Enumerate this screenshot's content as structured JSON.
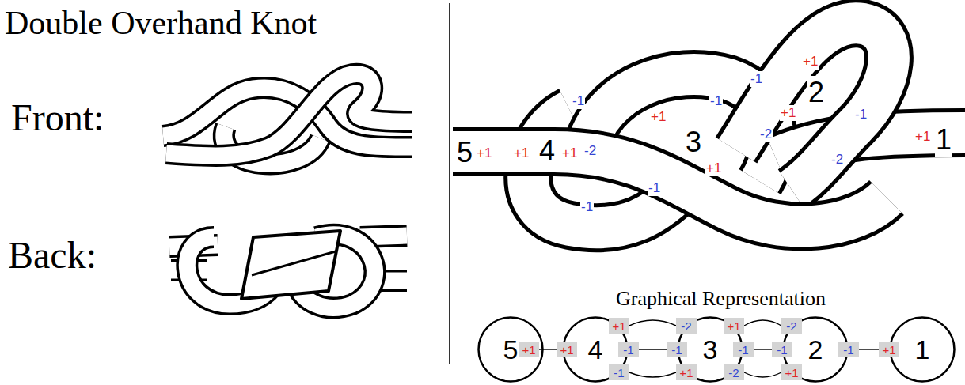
{
  "diagram": {
    "title": "Double Overhand Knot",
    "nodes": [
      {
        "text": [
          "5"
        ]
      },
      {
        "text": [
          "+1"
        ],
        "in": 0
      },
      {
        "text": [
          "4"
        ]
      },
      {
        "text": [
          "+1"
        ],
        "in": 2
      },
      {
        "text": [
          "+1"
        ],
        "in": 2
      },
      {
        "text": [
          "-1"
        ],
        "in": 2
      },
      {
        "text": [
          "-1"
        ],
        "in": 2
      },
      {
        "text": [
          "3"
        ]
      },
      {
        "text": [
          "-2"
        ],
        "in": 7
      },
      {
        "text": [
          "-1"
        ],
        "in": 7
      },
      {
        "text": [
          "+1"
        ],
        "in": 7
      },
      {
        "text": [
          "+1"
        ],
        "in": 7
      },
      {
        "text": [
          "-1"
        ],
        "in": 7
      },
      {
        "text": [
          "-2"
        ],
        "in": 7
      },
      {
        "text": [
          "2"
        ]
      },
      {
        "text": [
          "-2"
        ],
        "in": 14
      },
      {
        "text": [
          "-1"
        ],
        "in": 14
      },
      {
        "text": [
          "+1"
        ],
        "in": 14
      },
      {
        "text": [
          "-1"
        ],
        "in": 14
      },
      {
        "text": [
          "1"
        ]
      },
      {
        "text": [
          "+1"
        ],
        "in": 19
      }
    ],
    "edges": [
      {
        "from": 1,
        "to": 3,
        "arrow": "none"
      },
      {
        "from": 4,
        "to": 8,
        "arrow": "none"
      },
      {
        "from": 5,
        "to": 9,
        "arrow": "none"
      },
      {
        "from": 6,
        "to": 10,
        "arrow": "none"
      },
      {
        "from": 11,
        "to": 15,
        "arrow": "none"
      },
      {
        "from": 12,
        "to": 16,
        "arrow": "none"
      },
      {
        "from": 13,
        "to": 17,
        "arrow": "none"
      },
      {
        "from": 18,
        "to": 20,
        "arrow": "none"
      }
    ],
    "labels": [
      "Front:",
      "Back:",
      "5",
      "+1",
      "+1",
      "4",
      "+1",
      "-2",
      "-1",
      "-1",
      "-1",
      "+1",
      "3",
      "+1",
      "-1",
      "-1",
      "+1",
      "2",
      "+1",
      "-2",
      "-1",
      "-2",
      "+1",
      "1",
      "Graphical Representation"
    ]
  }
}
